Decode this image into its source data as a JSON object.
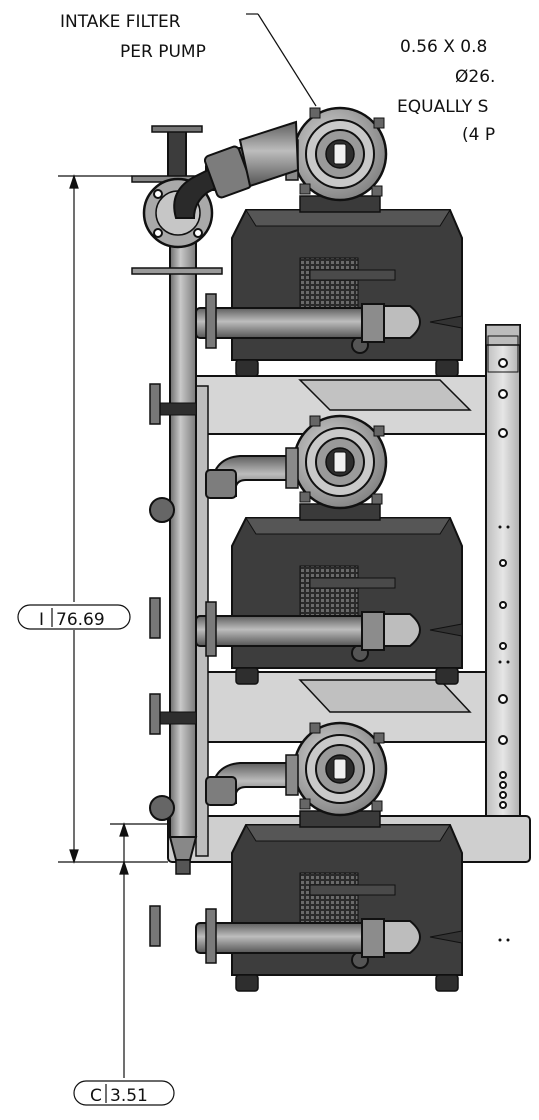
{
  "labels": {
    "intake_filter_line1": "INTAKE FILTER",
    "intake_filter_line2": "PER PUMP",
    "hole_line1": "0.56 X 0.8",
    "hole_line2": "Ø26.",
    "hole_line3": "EQUALLY S",
    "hole_line4": "(4 P"
  },
  "dimensions": {
    "height_prefix": "I",
    "height_value": "76.69",
    "foot_prefix": "C",
    "foot_value": "3.51"
  },
  "colors": {
    "pump_body": "#3a3a3a",
    "pump_body_light": "#5a5a5a",
    "frame": "#d4d4d4",
    "metal": "#9a9a9a",
    "outline": "#111111"
  },
  "pump_count": 3
}
